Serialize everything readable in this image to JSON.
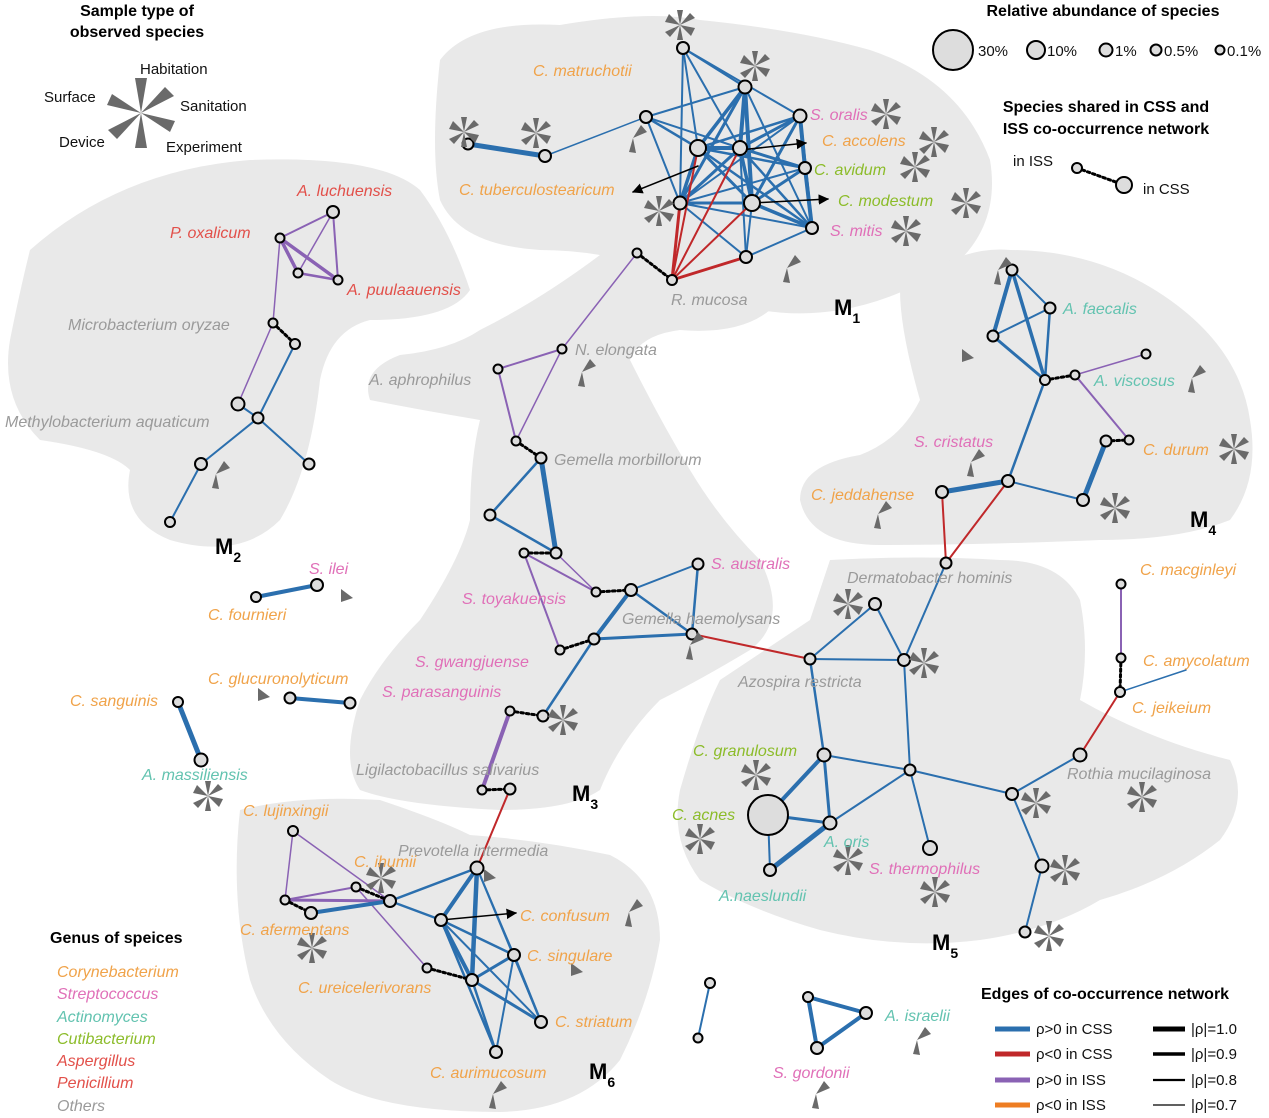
{
  "colors": {
    "Corynebacterium": "#f0a34a",
    "Streptococcus": "#e070b8",
    "Actinomyces": "#63c3b0",
    "Cutibacterium": "#8cbc2a",
    "Aspergillus": "#e2504a",
    "Penicillium": "#e2504a",
    "Others": "#9a9a9a",
    "pos_css": "#2b6fae",
    "neg_css": "#c0282a",
    "pos_iss": "#8a62b4",
    "neg_iss": "#ee7d22",
    "module_bg": "#e9e9e9",
    "node_fill": "#dddddd"
  },
  "legend": {
    "sample_type_title_1": "Sample type of",
    "sample_type_title_2": "observed species",
    "sample_types": [
      "Habitation",
      "Sanitation",
      "Experiment",
      "Device",
      "Surface"
    ],
    "abundance_title": "Relative abundance of species",
    "abundance_levels": [
      "30%",
      "10%",
      "1%",
      "0.5%",
      "0.1%"
    ],
    "shared_title_1": "Species shared in CSS and",
    "shared_title_2": "ISS co-occurrence network",
    "in_iss": "in ISS",
    "in_css": "in CSS",
    "genus_title": "Genus of speices",
    "genus_items": [
      "Corynebacterium",
      "Streptococcus",
      "Actinomyces",
      "Cutibacterium",
      "Aspergillus",
      "Penicillium",
      "Others"
    ],
    "edges_title": "Edges of co-occurrence network",
    "edge_types": [
      "ρ>0 in CSS",
      "ρ<0 in CSS",
      "ρ>0 in ISS",
      "ρ<0 in ISS"
    ],
    "edge_widths": [
      "|ρ|=1.0",
      "|ρ|=0.9",
      "|ρ|=0.8",
      "|ρ|=0.7"
    ]
  },
  "modules": [
    {
      "label": "M",
      "sub": "1"
    },
    {
      "label": "M",
      "sub": "2"
    },
    {
      "label": "M",
      "sub": "3"
    },
    {
      "label": "M",
      "sub": "4"
    },
    {
      "label": "M",
      "sub": "5"
    },
    {
      "label": "M",
      "sub": "6"
    }
  ],
  "species": [
    {
      "name": "C. matruchotii",
      "genus": "Corynebacterium"
    },
    {
      "name": "C. tuberculostearicum",
      "genus": "Corynebacterium"
    },
    {
      "name": "S. oralis",
      "genus": "Streptococcus"
    },
    {
      "name": "C. accolens",
      "genus": "Corynebacterium"
    },
    {
      "name": "C. avidum",
      "genus": "Cutibacterium"
    },
    {
      "name": "C. modestum",
      "genus": "Cutibacterium"
    },
    {
      "name": "S. mitis",
      "genus": "Streptococcus"
    },
    {
      "name": "R. mucosa",
      "genus": "Others"
    },
    {
      "name": "A. luchuensis",
      "genus": "Aspergillus"
    },
    {
      "name": "P. oxalicum",
      "genus": "Penicillium"
    },
    {
      "name": "A. puulaauensis",
      "genus": "Aspergillus"
    },
    {
      "name": "Microbacterium oryzae",
      "genus": "Others"
    },
    {
      "name": "Methylobacterium aquaticum",
      "genus": "Others"
    },
    {
      "name": "N. elongata",
      "genus": "Others"
    },
    {
      "name": "A. aphrophilus",
      "genus": "Others"
    },
    {
      "name": "Gemella morbillorum",
      "genus": "Others"
    },
    {
      "name": "S. australis",
      "genus": "Streptococcus"
    },
    {
      "name": "S. toyakuensis",
      "genus": "Streptococcus"
    },
    {
      "name": "Gemella haemolysans",
      "genus": "Others"
    },
    {
      "name": "S. gwangjuense",
      "genus": "Streptococcus"
    },
    {
      "name": "S. parasanguinis",
      "genus": "Streptococcus"
    },
    {
      "name": "Ligilactobacillus salivarius",
      "genus": "Others"
    },
    {
      "name": "S. ilei",
      "genus": "Streptococcus"
    },
    {
      "name": "C. fournieri",
      "genus": "Corynebacterium"
    },
    {
      "name": "C. glucuronolyticum",
      "genus": "Corynebacterium"
    },
    {
      "name": "C. sanguinis",
      "genus": "Corynebacterium"
    },
    {
      "name": "A. massiliensis",
      "genus": "Actinomyces"
    },
    {
      "name": "A. faecalis",
      "genus": "Actinomyces"
    },
    {
      "name": "A. viscosus",
      "genus": "Actinomyces"
    },
    {
      "name": "S. cristatus",
      "genus": "Streptococcus"
    },
    {
      "name": "C. durum",
      "genus": "Corynebacterium"
    },
    {
      "name": "C. jeddahense",
      "genus": "Corynebacterium"
    },
    {
      "name": "Dermatobacter hominis",
      "genus": "Others"
    },
    {
      "name": "Azospira restricta",
      "genus": "Others"
    },
    {
      "name": "C. macginleyi",
      "genus": "Corynebacterium"
    },
    {
      "name": "C. amycolatum",
      "genus": "Corynebacterium"
    },
    {
      "name": "C. jeikeium",
      "genus": "Corynebacterium"
    },
    {
      "name": "C. granulosum",
      "genus": "Cutibacterium"
    },
    {
      "name": "Rothia mucilaginosa",
      "genus": "Others"
    },
    {
      "name": "C. acnes",
      "genus": "Cutibacterium"
    },
    {
      "name": "A. oris",
      "genus": "Actinomyces"
    },
    {
      "name": "S. thermophilus",
      "genus": "Streptococcus"
    },
    {
      "name": "A.naeslundii",
      "genus": "Actinomyces"
    },
    {
      "name": "C. lujinxingii",
      "genus": "Corynebacterium"
    },
    {
      "name": "Prevotella intermedia",
      "genus": "Others"
    },
    {
      "name": "C. ihumii",
      "genus": "Corynebacterium"
    },
    {
      "name": "C. confusum",
      "genus": "Corynebacterium"
    },
    {
      "name": "C. afermentans",
      "genus": "Corynebacterium"
    },
    {
      "name": "C. singulare",
      "genus": "Corynebacterium"
    },
    {
      "name": "C. ureicelerivorans",
      "genus": "Corynebacterium"
    },
    {
      "name": "C. striatum",
      "genus": "Corynebacterium"
    },
    {
      "name": "C. aurimucosum",
      "genus": "Corynebacterium"
    },
    {
      "name": "A. israelii",
      "genus": "Actinomyces"
    },
    {
      "name": "S. gordonii",
      "genus": "Streptococcus"
    }
  ]
}
